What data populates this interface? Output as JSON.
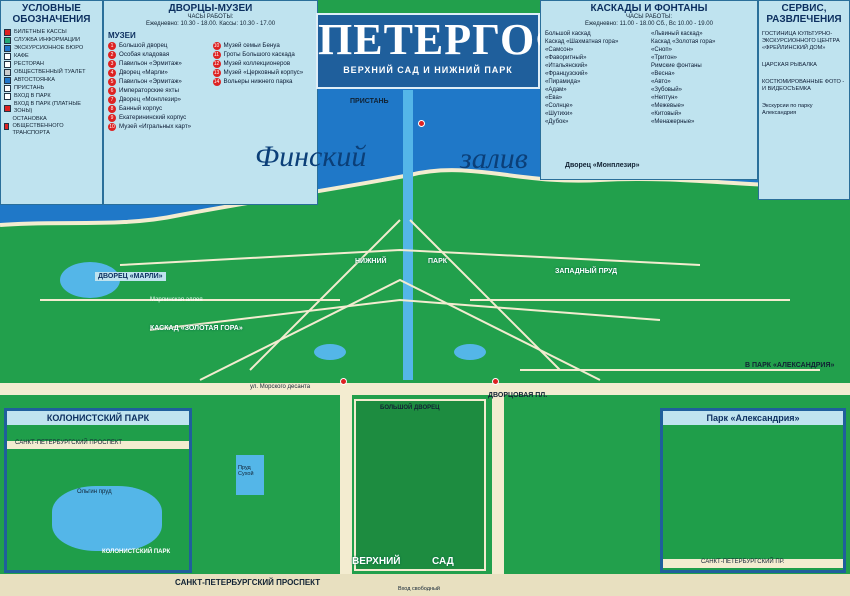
{
  "title": "ПЕТЕРГОФ",
  "subtitle": "ВЕРХНИЙ САД И НИЖНИЙ ПАРК",
  "bay_left": "Финский",
  "bay_right": "залив",
  "legend": {
    "heading1": "УСЛОВНЫЕ",
    "heading2": "ОБОЗНАЧЕНИЯ",
    "items": [
      "БИЛЕТНЫЕ КАССЫ",
      "СЛУЖБА ИНФОРМАЦИИ",
      "ЭКСКУРСИОННОЕ БЮРО",
      "КАФЕ",
      "РЕСТОРАН",
      "ОБЩЕСТВЕННЫЙ ТУАЛЕТ",
      "АВТОСТОЯНКА",
      "ПРИСТАНЬ",
      "ВХОД В ПАРК",
      "ВХОД В ПАРК (ПЛАТНЫЕ ЗОНЫ)",
      "ОСТАНОВКА ОБЩЕСТВЕННОГО ТРАНСПОРТА"
    ]
  },
  "palaces": {
    "heading": "ДВОРЦЫ-МУЗЕИ",
    "hours_label": "ЧАСЫ РАБОТЫ:",
    "hours": "Ежедневно: 10.30 - 18.00. Кассы: 10.30 - 17.00",
    "museums_heading": "МУЗЕИ",
    "left": [
      {
        "n": "1",
        "t": "Большой дворец"
      },
      {
        "n": "2",
        "t": "Особая кладовая"
      },
      {
        "n": "3",
        "t": "Павильон «Эрмитаж»"
      },
      {
        "n": "4",
        "t": "Дворец «Марли»"
      },
      {
        "n": "5",
        "t": "Павильон «Эрмитаж»"
      },
      {
        "n": "6",
        "t": "Императорские яхты"
      },
      {
        "n": "7",
        "t": "Дворец «Монплезир»"
      },
      {
        "n": "8",
        "t": "Банный корпус"
      },
      {
        "n": "9",
        "t": "Екатерининский корпус"
      },
      {
        "n": "10",
        "t": "Музей «Игральных карт»"
      }
    ],
    "right": [
      {
        "n": "10",
        "t": "Музей семьи Бенуа"
      },
      {
        "n": "11",
        "t": "Гроты Большого каскада"
      },
      {
        "n": "12",
        "t": "Музей коллекционеров"
      },
      {
        "n": "13",
        "t": "Музей «Церковный корпус»"
      },
      {
        "n": "14",
        "t": "Вольеры нижнего парка"
      }
    ]
  },
  "cascades": {
    "heading": "КАСКАДЫ И ФОНТАНЫ",
    "hours_label": "ЧАСЫ РАБОТЫ:",
    "hours": "Ежедневно: 11.00 - 18.00 Сб., Вс 10.00 - 19.00",
    "col1": [
      "Большой каскад",
      "Каскад «Шахматная гора»",
      "«Самсон»",
      "«Фаворитный»",
      "«Итальянский»",
      "«Французский»",
      "«Пирамида»",
      "«Адам»",
      "«Ева»",
      "«Солнце»",
      "«Шутихи»",
      "«Дубок»"
    ],
    "col2": [
      "«Львиный каскад»",
      "Каскад «Золотая гора»",
      "«Сноп»",
      "«Тритон»",
      "Римские фонтаны",
      "«Весна»",
      "«Авто»",
      "«Зубовый»",
      "«Нептун»",
      "«Межевые»",
      "«Китовый»",
      "«Менажерные»"
    ]
  },
  "service": {
    "heading1": "СЕРВИС,",
    "heading2": "РАЗВЛЕЧЕНИЯ",
    "items": [
      "ГОСТИНИЦА КУЛЬТУРНО-ЭКСКУРСИОННОГО ЦЕНТРА «ФРЕЙЛИНСКИЙ ДОМ»",
      "ЦАРСКАЯ РЫБАЛКА",
      "КОСТЮМИРОВАННЫЕ ФОТО - И ВИДЕОСЪЕМКА",
      "Экскурсии по парку Александрия"
    ]
  },
  "labels": {
    "pristan": "ПРИСТАНЬ",
    "nizhny_park": "НИЖНИЙ",
    "park": "ПАРК",
    "dvorcovaya": "ДВОРЦОВАЯ ПЛ.",
    "bolshoy": "БОЛЬШОЙ ДВОРЕЦ",
    "verkhny": "ВЕРХНИЙ",
    "sad": "САД",
    "monplezir": "Дворец «Монплезир»",
    "marli": "ДВОРЕЦ «МАРЛИ»",
    "alexandria_arrow": "В ПАРК «АЛЕКСАНДРИЯ»",
    "zolotaya": "КАСКАД «ЗОЛОТАЯ ГОРА»",
    "zapad": "ЗАПАДНЫЙ ПРУД",
    "bottom_street": "САНКТ-ПЕТЕРБУРГСКИЙ ПРОСПЕКТ",
    "vkhod": "Вход свободный",
    "morskogo": "ул. Морского десанта",
    "marlinskaya": "Марлинская аллея",
    "prud": "Пруд Сухой"
  },
  "inset_left": {
    "title": "КОЛОНИСТСКИЙ ПАРК",
    "street": "САНКТ-ПЕТЕРБУРГСКИЙ ПРОСПЕКТ",
    "pond": "Ольгин пруд",
    "bottom": "КОЛОНИСТСКИЙ ПАРК"
  },
  "inset_right": {
    "title": "Парк «Александрия»",
    "street": "САНКТ-ПЕТЕРБУРГСКИЙ ПР."
  },
  "colors": {
    "sea": "#1f78c8",
    "park": "#22a04c",
    "panel": "#bfe3ef",
    "road": "#f3ecd0",
    "accent": "#d22222"
  }
}
